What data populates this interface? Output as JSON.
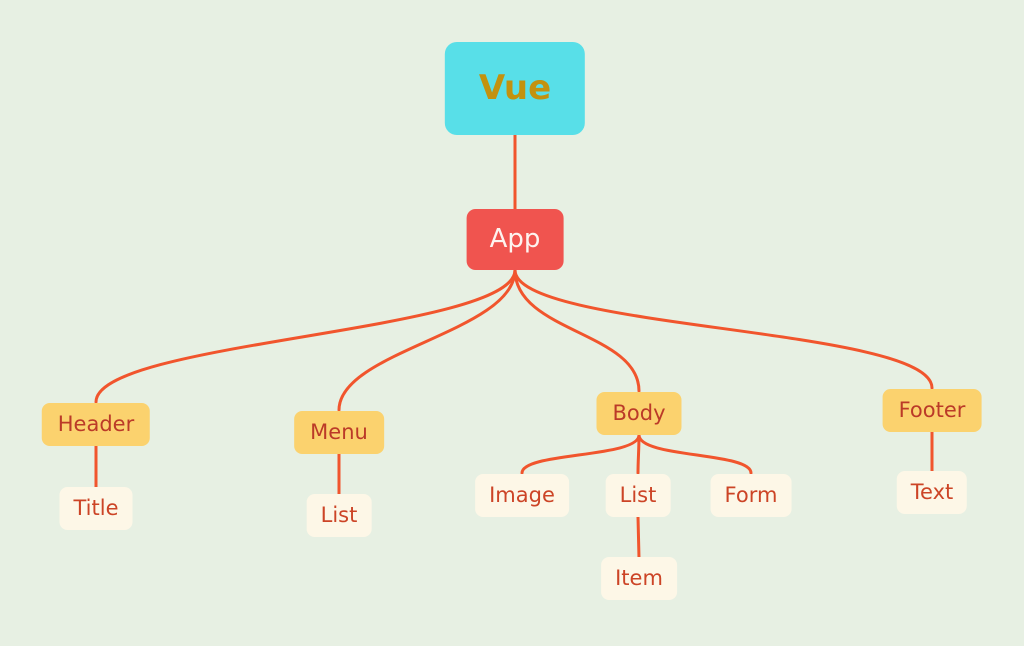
{
  "diagram": {
    "type": "mindmap-tree",
    "colors": {
      "background": "#e7f0e3",
      "root_fill": "#58dfe8",
      "root_text": "#c3920e",
      "app_fill": "#f0544f",
      "app_text": "#fdf3ef",
      "branch_fill": "#fbd26e",
      "branch_text": "#bb3a28",
      "leaf_fill": "#fdf7e7",
      "leaf_text": "#cc4426",
      "line": "#f1552d"
    },
    "nodes": {
      "vue": "Vue",
      "app": "App",
      "header": "Header",
      "header_title": "Title",
      "menu": "Menu",
      "menu_list": "List",
      "body": "Body",
      "body_image": "Image",
      "body_list": "List",
      "body_list_item": "Item",
      "body_form": "Form",
      "footer": "Footer",
      "footer_text": "Text"
    },
    "hierarchy": {
      "Vue": {
        "App": {
          "Header": [
            "Title"
          ],
          "Menu": [
            "List"
          ],
          "Body": {
            "Image": [],
            "List": [
              "Item"
            ],
            "Form": []
          },
          "Footer": [
            "Text"
          ]
        }
      }
    }
  }
}
